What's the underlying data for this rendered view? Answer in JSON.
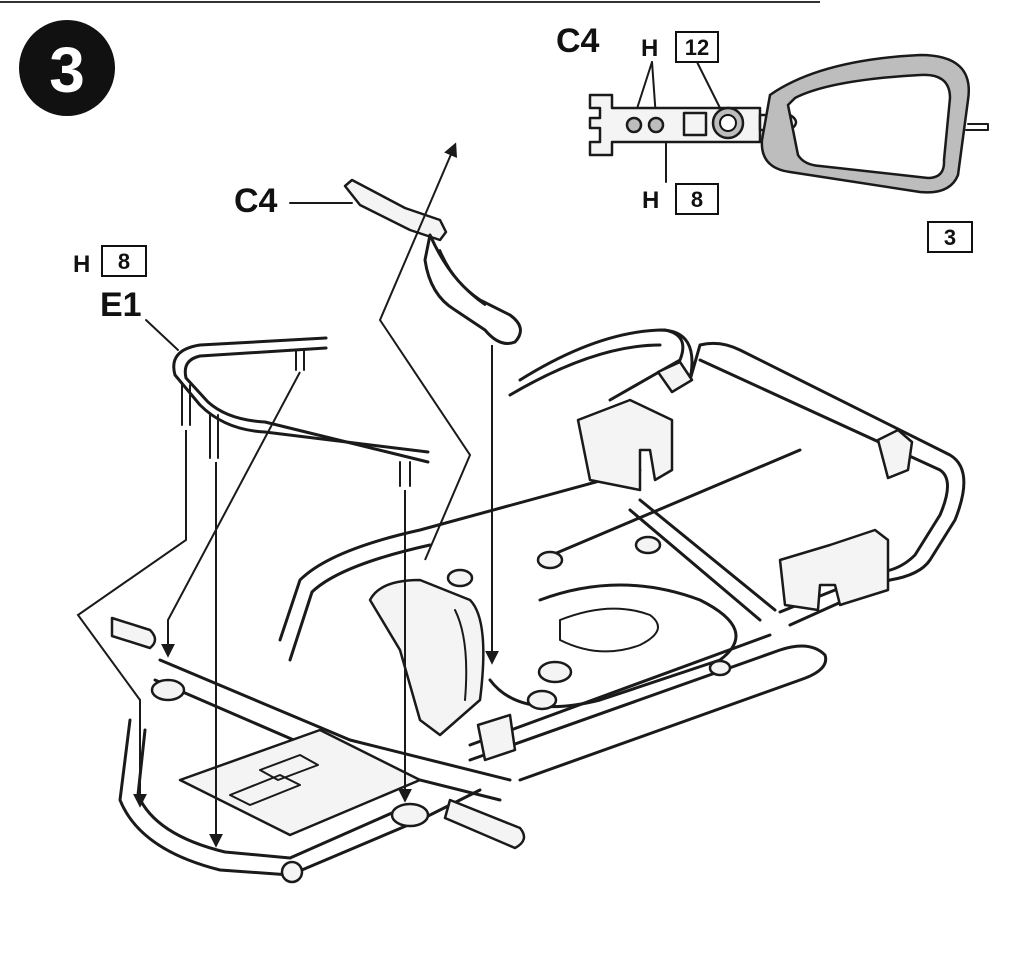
{
  "step": {
    "number": "3",
    "badge_color": "#111111"
  },
  "detail": {
    "part_label": "C4",
    "callouts": [
      {
        "prefix": "H",
        "number": "12"
      },
      {
        "prefix": "H",
        "number": "8"
      }
    ],
    "ref_box": "3"
  },
  "main": {
    "handle_label": "C4",
    "bar_label": "E1",
    "bar_callout": {
      "prefix": "H",
      "number": "8"
    }
  }
}
